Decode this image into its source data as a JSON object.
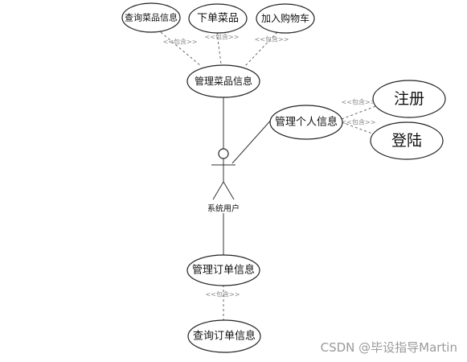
{
  "actor": {
    "label": "系统用户"
  },
  "use_cases": {
    "query_dish": "查询菜品信息",
    "order_dish": "下单菜品",
    "add_cart": "加入购物车",
    "manage_dish": "管理菜品信息",
    "manage_personal": "管理个人信息",
    "register": "注册",
    "login": "登陆",
    "manage_order": "管理订单信息",
    "query_order": "查询订单信息"
  },
  "include_label": "<<包含>>",
  "watermark": "CSDN @毕设指导Martin"
}
